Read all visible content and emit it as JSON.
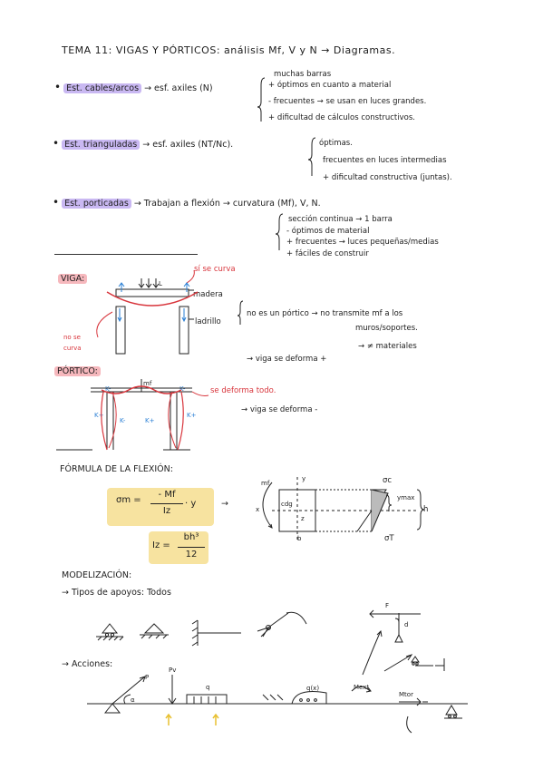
{
  "title": "TEMA 11: VIGAS Y PÓRTICOS: análisis Mf, V y N → Diagramas.",
  "sections": {
    "cables": {
      "label": "Est. cables/arcos",
      "desc": "→ esf. axiles (N)",
      "notes": [
        "muchas barras",
        "+ óptimos en cuanto a material",
        "- frecuentes → se usan en luces grandes.",
        "+ dificultad de cálculos constructivos."
      ]
    },
    "trianguladas": {
      "label": "Est. trianguladas",
      "desc": "→ esf. axiles (NT/Nc).",
      "notes": [
        "óptimas.",
        "frecuentes en luces intermedias",
        "+ dificultad constructiva (juntas)."
      ]
    },
    "porticadas": {
      "label": "Est. porticadas",
      "desc": "→ Trabajan a flexión → curvatura (Mf), V, N.",
      "notes": [
        "sección continua → 1 barra",
        "- óptimos de material",
        "+ frecuentes → luces pequeñas/medias",
        "+ fáciles de construir"
      ]
    }
  },
  "viga": {
    "label": "VIGA:",
    "curva": "sí se curva",
    "no_curva": "no se curva",
    "madera": "madera",
    "ladrillo": "ladrillo",
    "load": "L",
    "note1": "no es un pórtico → no transmite mf a los",
    "note2": "muros/soportes.",
    "note3": "→ ≠ materiales",
    "note4": "→ viga se deforma +"
  },
  "portico": {
    "label": "PÓRTICO:",
    "mf": "mf",
    "k1": "K-",
    "k2": "K+",
    "k3": "K-",
    "k4": "K+",
    "k5": "K+",
    "k6": "K-",
    "deforma": "se deforma todo.",
    "note": "→ viga se deforma -"
  },
  "flexion": {
    "heading": "FÓRMULA DE LA FLEXIÓN:",
    "sigma": "σm =",
    "num": "- Mf",
    "den": "Iz",
    "y": "· y",
    "arrow": "→",
    "iz": "Iz =",
    "iz_num": "bh³",
    "iz_den": "12",
    "mf": "mf",
    "y_axis": "y",
    "x_axis": "x",
    "z_axis": "z",
    "sigma_c": "σc",
    "sigma_t": "σT",
    "h": "h",
    "b": "b",
    "ymax": "ymax",
    "cdg": "cdg"
  },
  "modelizacion": {
    "heading": "MODELIZACIÓN:",
    "apoyos": "→ Tipos de apoyos: Todos",
    "acciones": "→ Acciones:",
    "F": "F",
    "d": "d",
    "P": "P",
    "alpha": "α",
    "Pv": "Pv",
    "q": "q",
    "qx": "q(x)",
    "Mext": "Mext",
    "Mtor": "Mtor"
  }
}
